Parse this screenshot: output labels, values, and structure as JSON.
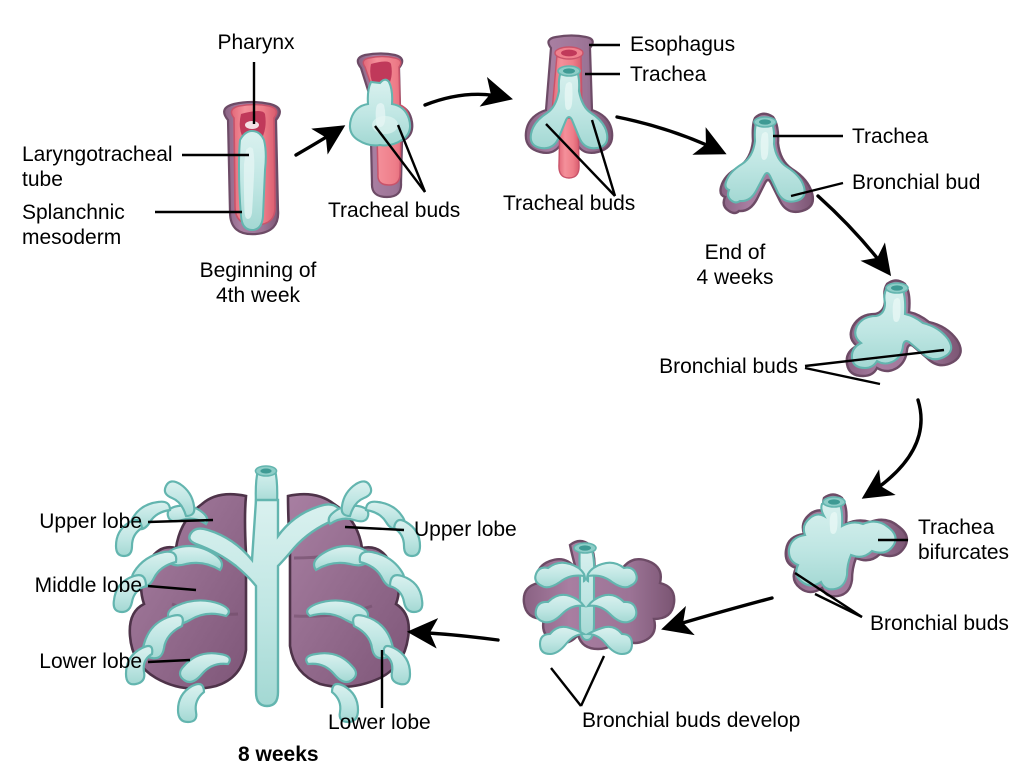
{
  "figure": {
    "title": "Embryonic development of the respiratory system",
    "type": "diagram",
    "background": "#ffffff"
  },
  "palette": {
    "mesoderm_purple": "#9c7496",
    "mesoderm_purple_dark": "#7b5573",
    "mesoderm_outline": "#6d4b66",
    "lumen_teal": "#bfe6e3",
    "lumen_teal_light": "#dcf2f0",
    "teal_outline": "#5fb3ad",
    "esophagus_pink": "#ef7f87",
    "esophagus_pink_dark": "#d9576a",
    "lung_tissue": "#9d7597",
    "lung_tissue_dark": "#7d5677",
    "line_black": "#000000"
  },
  "labels": {
    "pharynx": "Pharynx",
    "laryngotracheal_tube": "Laryngotracheal\ntube",
    "splanchnic_mesoderm": "Splanchnic\nmesoderm",
    "beginning_4th_week": "Beginning of\n4th week",
    "tracheal_buds_1": "Tracheal buds",
    "esophagus": "Esophagus",
    "trachea_top": "Trachea",
    "tracheal_buds_2": "Tracheal buds",
    "trachea_stage4": "Trachea",
    "bronchial_bud": "Bronchial bud",
    "end_of_4_weeks": "End of\n4 weeks",
    "bronchial_buds_stage5": "Bronchial buds",
    "trachea_bifurcates": "Trachea\nbifurcates",
    "bronchial_buds_stage6": "Bronchial buds",
    "bronchial_buds_develop": "Bronchial buds develop",
    "upper_lobe_left": "Upper lobe",
    "middle_lobe_left": "Middle lobe",
    "lower_lobe_left": "Lower lobe",
    "upper_lobe_right": "Upper lobe",
    "lower_lobe_right": "Lower lobe",
    "eight_weeks": "8 weeks"
  },
  "stages": [
    {
      "id": "stage-1",
      "name": "laryngotracheal-tube",
      "caption": "Beginning of\n4th week",
      "parts": [
        "Pharynx",
        "Laryngotracheal tube",
        "Splanchnic mesoderm"
      ]
    },
    {
      "id": "stage-2",
      "name": "tracheal-buds-forming",
      "caption": "",
      "parts": [
        "Tracheal buds"
      ]
    },
    {
      "id": "stage-3",
      "name": "trachea-esophagus-separation",
      "caption": "",
      "parts": [
        "Esophagus",
        "Trachea",
        "Tracheal buds"
      ]
    },
    {
      "id": "stage-4",
      "name": "end-of-4-weeks",
      "caption": "End of\n4 weeks",
      "parts": [
        "Trachea",
        "Bronchial bud"
      ]
    },
    {
      "id": "stage-5",
      "name": "bronchial-buds-early",
      "caption": "",
      "parts": [
        "Bronchial buds"
      ]
    },
    {
      "id": "stage-6",
      "name": "trachea-bifurcates",
      "caption": "",
      "parts": [
        "Trachea bifurcates",
        "Bronchial buds"
      ]
    },
    {
      "id": "stage-7",
      "name": "bronchial-buds-develop",
      "caption": "Bronchial buds develop",
      "parts": [
        "Bronchial buds develop"
      ]
    },
    {
      "id": "stage-8",
      "name": "mature-lungs-8-weeks",
      "caption": "8 weeks",
      "parts": [
        "Upper lobe",
        "Middle lobe",
        "Lower lobe",
        "Upper lobe",
        "Lower lobe"
      ]
    }
  ]
}
